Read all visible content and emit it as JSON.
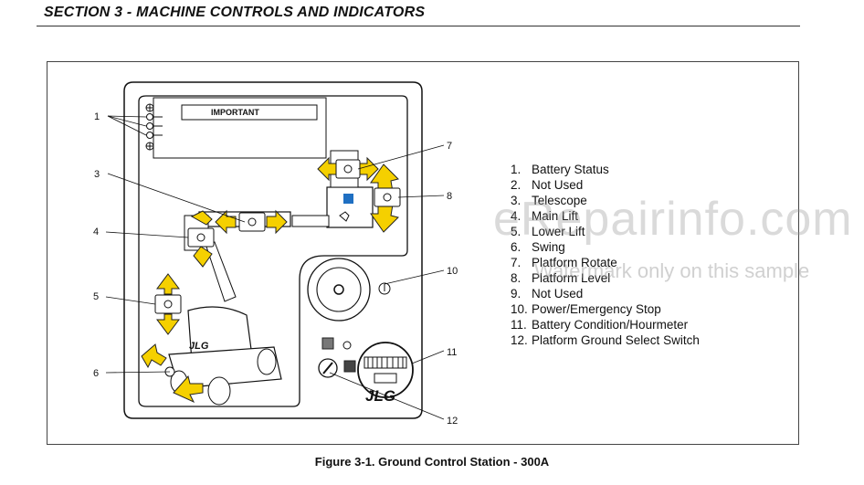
{
  "header": {
    "title": "SECTION 3 - MACHINE CONTROLS AND INDICATORS"
  },
  "panel": {
    "important_label": "IMPORTANT",
    "logo": "JLG"
  },
  "callouts": [
    "1",
    "3",
    "4",
    "5",
    "6",
    "7",
    "8",
    "10",
    "11",
    "12"
  ],
  "legend": [
    {
      "num": "1.",
      "label": "Battery Status"
    },
    {
      "num": "2.",
      "label": "Not Used"
    },
    {
      "num": "3.",
      "label": "Telescope"
    },
    {
      "num": "4.",
      "label": "Main Lift"
    },
    {
      "num": "5.",
      "label": "Lower Lift"
    },
    {
      "num": "6.",
      "label": "Swing"
    },
    {
      "num": "7.",
      "label": "Platform Rotate"
    },
    {
      "num": "8.",
      "label": "Platform Level"
    },
    {
      "num": "9.",
      "label": "Not Used"
    },
    {
      "num": "10.",
      "label": "Power/Emergency Stop"
    },
    {
      "num": "11.",
      "label": "Battery Condition/Hourmeter"
    },
    {
      "num": "12.",
      "label": "Platform Ground Select Switch"
    }
  ],
  "caption": "Figure 3-1. Ground Control Station - 300A",
  "watermark": {
    "main": "eRepairinfo.com",
    "sub": "Watermark only on this sample"
  },
  "colors": {
    "arrow": "#f5d000",
    "indicator": "#1f6fc2",
    "text": "#111111"
  }
}
